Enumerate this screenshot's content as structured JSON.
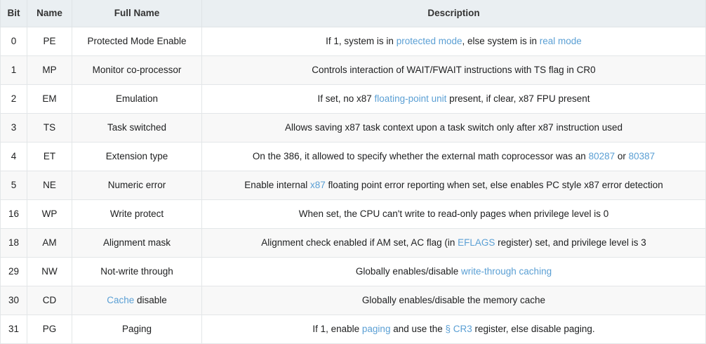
{
  "table": {
    "caption": "",
    "columns": [
      {
        "key": "bit",
        "label": "Bit"
      },
      {
        "key": "name",
        "label": "Name"
      },
      {
        "key": "full",
        "label": "Full Name"
      },
      {
        "key": "desc",
        "label": "Description"
      }
    ],
    "rows": [
      {
        "bit": "0",
        "name": "PE",
        "full_parts": [
          {
            "text": "Protected Mode Enable",
            "link": false
          }
        ],
        "full_plain": "Protected Mode Enable",
        "desc_parts": [
          {
            "text": "If 1, system is in ",
            "link": false
          },
          {
            "text": "protected mode",
            "link": true
          },
          {
            "text": ", else system is in ",
            "link": false
          },
          {
            "text": "real mode",
            "link": true
          }
        ],
        "desc_plain": "If 1, system is in protected mode, else system is in real mode"
      },
      {
        "bit": "1",
        "name": "MP",
        "full_parts": [
          {
            "text": "Monitor co-processor",
            "link": false
          }
        ],
        "full_plain": "Monitor co-processor",
        "desc_parts": [
          {
            "text": "Controls interaction of WAIT/FWAIT instructions with TS flag in CR0",
            "link": false
          }
        ],
        "desc_plain": "Controls interaction of WAIT/FWAIT instructions with TS flag in CR0"
      },
      {
        "bit": "2",
        "name": "EM",
        "full_parts": [
          {
            "text": "Emulation",
            "link": false
          }
        ],
        "full_plain": "Emulation",
        "desc_parts": [
          {
            "text": "If set, no x87 ",
            "link": false
          },
          {
            "text": "floating-point unit",
            "link": true
          },
          {
            "text": " present, if clear, x87 FPU present",
            "link": false
          }
        ],
        "desc_plain": "If set, no x87 floating-point unit present, if clear, x87 FPU present"
      },
      {
        "bit": "3",
        "name": "TS",
        "full_parts": [
          {
            "text": "Task switched",
            "link": false
          }
        ],
        "full_plain": "Task switched",
        "desc_parts": [
          {
            "text": "Allows saving x87 task context upon a task switch only after x87 instruction used",
            "link": false
          }
        ],
        "desc_plain": "Allows saving x87 task context upon a task switch only after x87 instruction used"
      },
      {
        "bit": "4",
        "name": "ET",
        "full_parts": [
          {
            "text": "Extension type",
            "link": false
          }
        ],
        "full_plain": "Extension type",
        "desc_parts": [
          {
            "text": "On the 386, it allowed to specify whether the external math coprocessor was an ",
            "link": false
          },
          {
            "text": "80287",
            "link": true
          },
          {
            "text": " or ",
            "link": false
          },
          {
            "text": "80387",
            "link": true
          }
        ],
        "desc_plain": "On the 386, it allowed to specify whether the external math coprocessor was an 80287 or 80387"
      },
      {
        "bit": "5",
        "name": "NE",
        "full_parts": [
          {
            "text": "Numeric error",
            "link": false
          }
        ],
        "full_plain": "Numeric error",
        "desc_parts": [
          {
            "text": "Enable internal ",
            "link": false
          },
          {
            "text": "x87",
            "link": true
          },
          {
            "text": " floating point error reporting when set, else enables PC style x87 error detection",
            "link": false
          }
        ],
        "desc_plain": "Enable internal x87 floating point error reporting when set, else enables PC style x87 error detection"
      },
      {
        "bit": "16",
        "name": "WP",
        "full_parts": [
          {
            "text": "Write protect",
            "link": false
          }
        ],
        "full_plain": "Write protect",
        "desc_parts": [
          {
            "text": "When set, the CPU can't write to read-only pages when privilege level is 0",
            "link": false
          }
        ],
        "desc_plain": "When set, the CPU can't write to read-only pages when privilege level is 0"
      },
      {
        "bit": "18",
        "name": "AM",
        "full_parts": [
          {
            "text": "Alignment mask",
            "link": false
          }
        ],
        "full_plain": "Alignment mask",
        "desc_parts": [
          {
            "text": "Alignment check enabled if AM set, AC flag (in ",
            "link": false
          },
          {
            "text": "EFLAGS",
            "link": true
          },
          {
            "text": " register) set, and privilege level is 3",
            "link": false
          }
        ],
        "desc_plain": "Alignment check enabled if AM set, AC flag (in EFLAGS register) set, and privilege level is 3"
      },
      {
        "bit": "29",
        "name": "NW",
        "full_parts": [
          {
            "text": "Not-write through",
            "link": false
          }
        ],
        "full_plain": "Not-write through",
        "desc_parts": [
          {
            "text": "Globally enables/disable ",
            "link": false
          },
          {
            "text": "write-through caching",
            "link": true
          }
        ],
        "desc_plain": "Globally enables/disable write-through caching"
      },
      {
        "bit": "30",
        "name": "CD",
        "full_parts": [
          {
            "text": "Cache",
            "link": true
          },
          {
            "text": " disable",
            "link": false
          }
        ],
        "full_plain": "Cache disable",
        "desc_parts": [
          {
            "text": "Globally enables/disable the memory cache",
            "link": false
          }
        ],
        "desc_plain": "Globally enables/disable the memory cache"
      },
      {
        "bit": "31",
        "name": "PG",
        "full_parts": [
          {
            "text": "Paging",
            "link": false
          }
        ],
        "full_plain": "Paging",
        "desc_parts": [
          {
            "text": "If 1, enable ",
            "link": false
          },
          {
            "text": "paging",
            "link": true
          },
          {
            "text": " and use the ",
            "link": false
          },
          {
            "text": "§ CR3",
            "link": true
          },
          {
            "text": " register, else disable paging.",
            "link": false
          }
        ],
        "desc_plain": "If 1, enable paging and use the § CR3 register, else disable paging."
      }
    ]
  },
  "colors": {
    "header_bg": "#eaeff2",
    "header_text": "#333333",
    "row_alt_bg": "#f8f8f8",
    "row_bg": "#ffffff",
    "border": "#e3e6e8",
    "link": "#5a9fd4",
    "text": "#202122"
  }
}
